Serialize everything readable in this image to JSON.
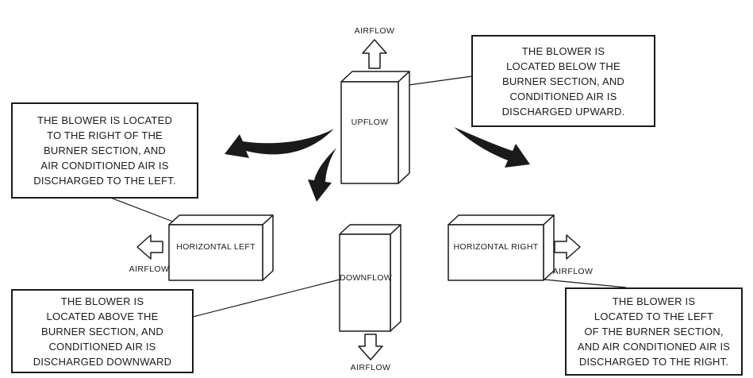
{
  "canvas": {
    "background": "#ffffff",
    "line_color": "#1a1a1a"
  },
  "units": {
    "upflow": {
      "label": "UPFLOW",
      "airflow": "AIRFLOW"
    },
    "downflow": {
      "label": "DOWNFLOW",
      "airflow": "AIRFLOW"
    },
    "horizontal_left": {
      "label": "HORIZONTAL LEFT",
      "airflow": "AIRFLOW"
    },
    "horizontal_right": {
      "label": "HORIZONTAL RIGHT",
      "airflow": "AIRFLOW"
    }
  },
  "callouts": {
    "upflow": {
      "lines": [
        "THE BLOWER IS",
        "LOCATED BELOW THE",
        "BURNER SECTION, AND",
        "CONDITIONED AIR IS",
        "DISCHARGED UPWARD."
      ]
    },
    "horizontal_left": {
      "lines": [
        "THE BLOWER IS LOCATED",
        "TO THE RIGHT OF THE",
        "BURNER SECTION, AND",
        "AIR CONDITIONED AIR IS",
        "DISCHARGED TO THE LEFT."
      ]
    },
    "downflow": {
      "lines": [
        "THE BLOWER IS",
        "LOCATED ABOVE THE",
        "BURNER SECTION, AND",
        "CONDITIONED AIR IS",
        "DISCHARGED DOWNWARD"
      ]
    },
    "horizontal_right": {
      "lines": [
        "THE BLOWER IS",
        "LOCATED TO THE LEFT",
        "OF THE BURNER SECTION,",
        "AND AIR CONDITIONED AIR IS",
        "DISCHARGED TO THE RIGHT."
      ]
    }
  }
}
